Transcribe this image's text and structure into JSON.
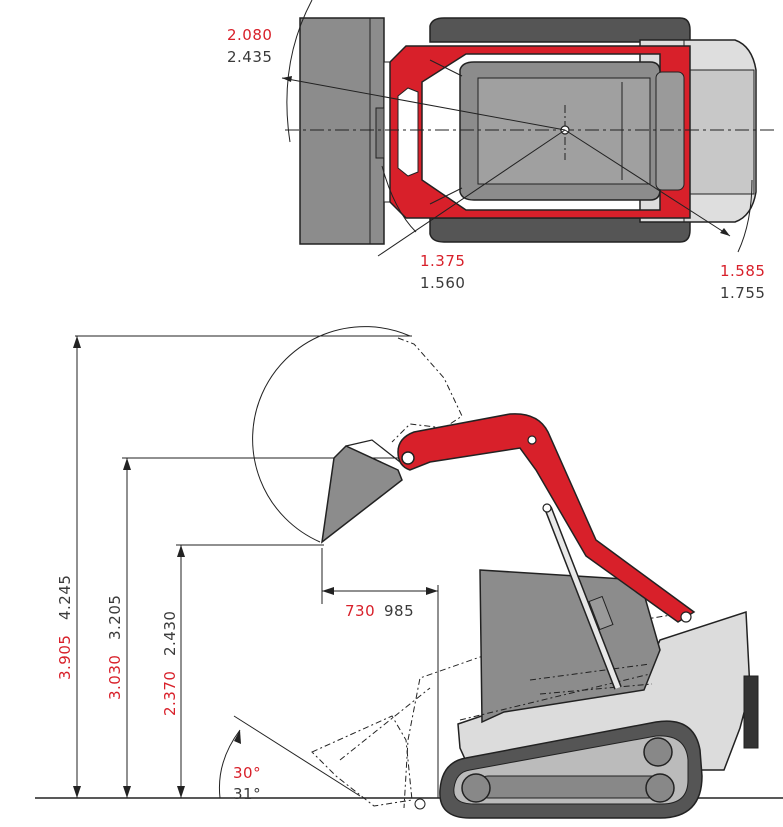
{
  "colors": {
    "accent": "#d8202a",
    "text": "#3a3a3a",
    "body_gray": "#8c8c8c",
    "track_dark": "#555555",
    "light_gray": "#dcdcdc"
  },
  "top_view": {
    "front_radius": {
      "value_red": "2.080",
      "value_gray": "2.435"
    },
    "left_rear_radius": {
      "value_red": "1.375",
      "value_gray": "1.560"
    },
    "right_rear_radius": {
      "value_red": "1.585",
      "value_gray": "1.755"
    }
  },
  "side_view": {
    "max_pin_height": {
      "value_red": "3.905",
      "value_gray": "4.245"
    },
    "hinge_pin_height": {
      "value_red": "3.030",
      "value_gray": "3.205"
    },
    "dump_height": {
      "value_red": "2.370",
      "value_gray": "2.430"
    },
    "dump_reach": {
      "value_red": "730",
      "value_gray": "985"
    },
    "approach_angle": {
      "value_red": "30°",
      "value_gray": "31°"
    }
  }
}
